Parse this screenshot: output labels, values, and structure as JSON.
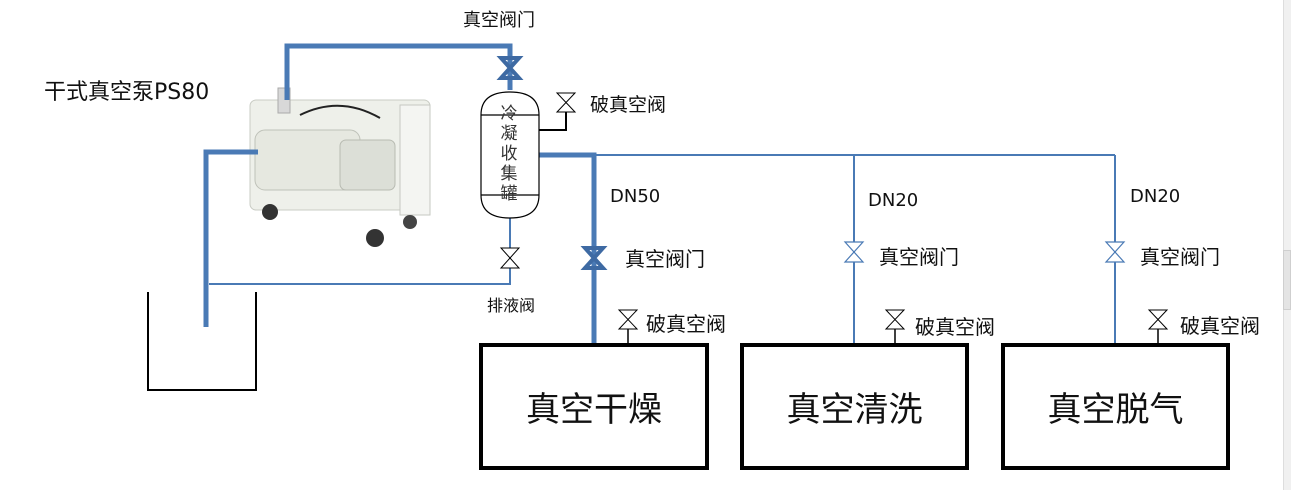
{
  "pump": {
    "label": "干式真空泵PS80"
  },
  "top_valve": {
    "label": "真空阀门"
  },
  "condenser": {
    "chars": [
      "冷",
      "凝",
      "收",
      "集",
      "罐"
    ],
    "vent_valve_label": "破真空阀",
    "drain_valve_label": "排液阀"
  },
  "branches": [
    {
      "pipe_size": "DN50",
      "valve_label": "真空阀门",
      "vent_label": "破真空阀",
      "process": "真空干燥"
    },
    {
      "pipe_size": "DN20",
      "valve_label": "真空阀门",
      "vent_label": "破真空阀",
      "process": "真空清洗"
    },
    {
      "pipe_size": "DN20",
      "valve_label": "真空阀门",
      "vent_label": "破真空阀",
      "process": "真空脱气"
    }
  ],
  "colors": {
    "pipe": "#4a7ab5",
    "valve_main": "#3e6aa3",
    "outline": "#000000"
  }
}
